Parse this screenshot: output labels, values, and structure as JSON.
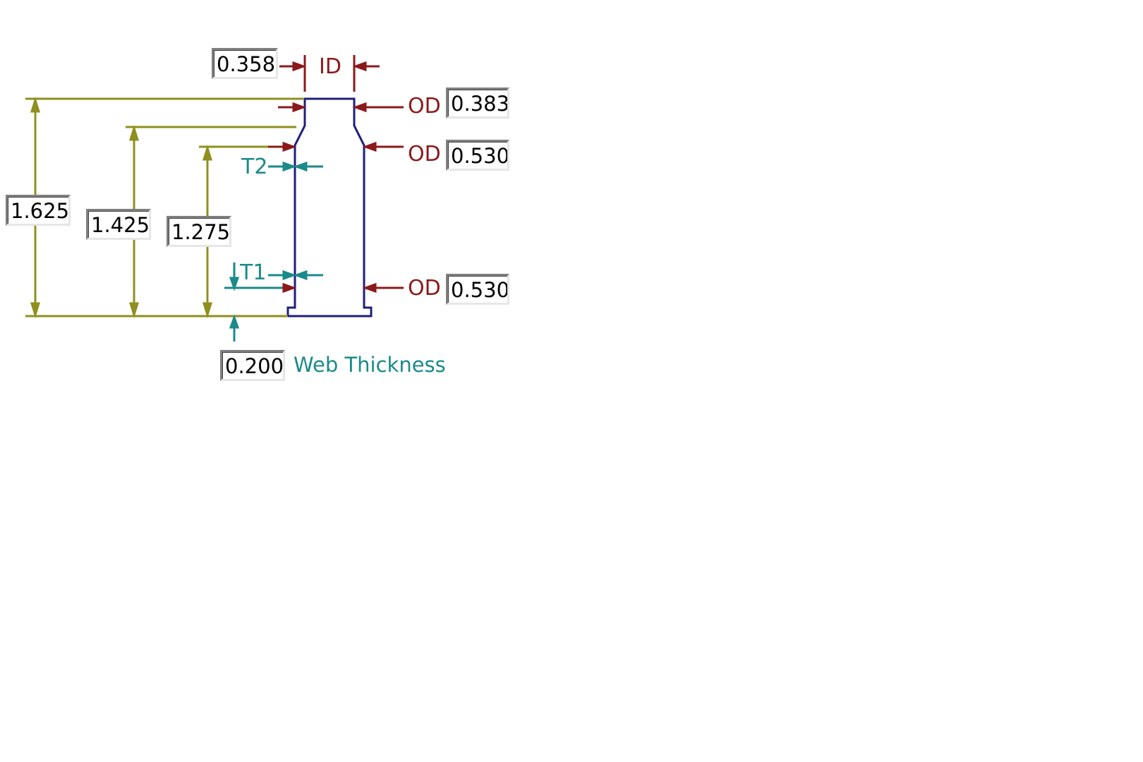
{
  "colors": {
    "outline": "#1f1f7a",
    "length_lines": "#8f8f1f",
    "diameter_arrows": "#8b1a1a",
    "thickness_arrows": "#1b8a8a"
  },
  "labels": {
    "id": "ID",
    "od": "OD",
    "t2": "T2",
    "t1": "T1",
    "web_thickness": "Web Thickness"
  },
  "fields": {
    "id_value": "0.358",
    "od_mouth": "0.383",
    "od_shoulder": "0.530",
    "od_base": "0.530",
    "overall_length": "1.625",
    "neck_length": "1.425",
    "shoulder_length": "1.275",
    "web_thickness": "0.200"
  }
}
